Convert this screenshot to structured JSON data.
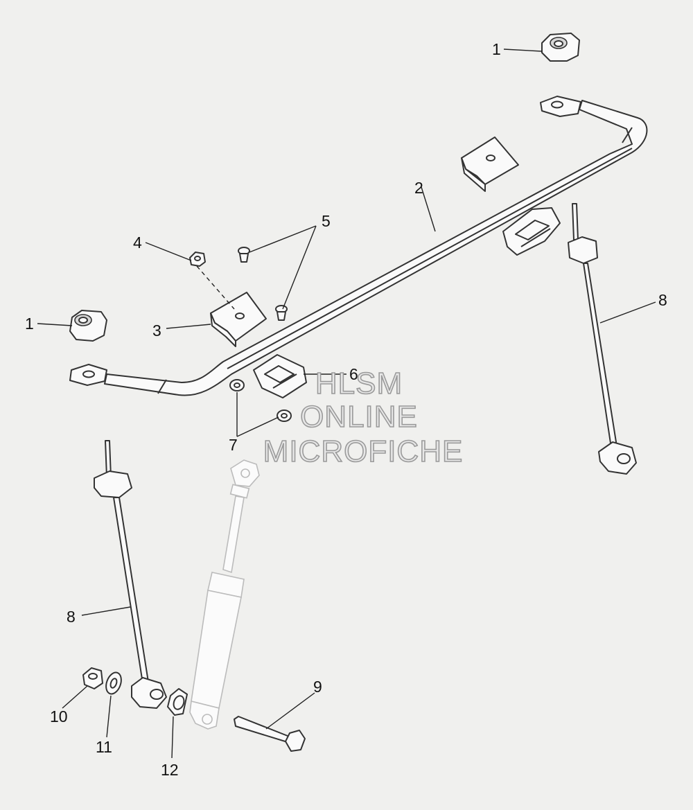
{
  "callouts": {
    "c1_top": "1",
    "c1_left": "1",
    "c2": "2",
    "c3": "3",
    "c4": "4",
    "c5": "5",
    "c6": "6",
    "c7": "7",
    "c8_right": "8",
    "c8_left": "8",
    "c9": "9",
    "c10": "10",
    "c11": "11",
    "c12": "12"
  },
  "watermark": {
    "line1": "HLSM",
    "line2": "ONLINE",
    "line3": "MICROFICHE"
  },
  "colors": {
    "background": "#f0f0ee",
    "linework": "#333333",
    "shock_absorber": "#bbbbbb",
    "watermark_outline": "#9a9a9a"
  }
}
